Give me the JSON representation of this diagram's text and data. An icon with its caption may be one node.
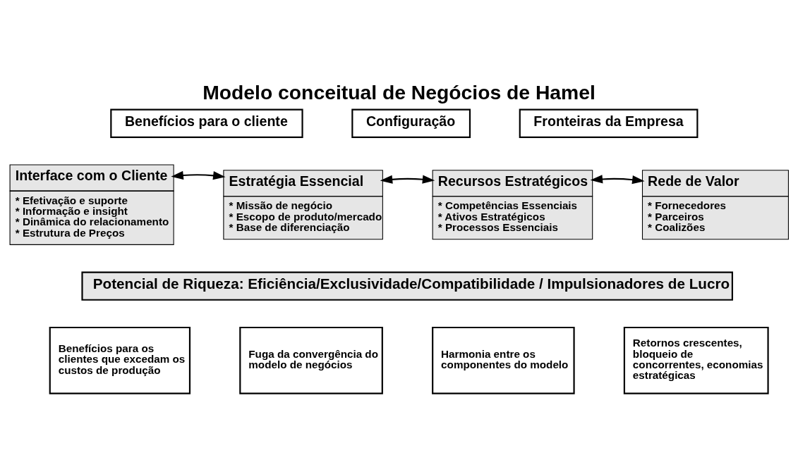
{
  "diagram": {
    "title": "Modelo conceitual de Negócios de Hamel",
    "nodes": [
      {
        "text": [
          "Benefícios para o cliente"
        ]
      },
      {
        "text": [
          "Configuração"
        ]
      },
      {
        "text": [
          "Fronteiras da Empresa"
        ]
      },
      {
        "text": [
          "Interface com o Cliente",
          "* Efetivação e suporte",
          "* Informação e insight",
          "* Dinâmica do relacionamento",
          "* Estrutura de Preços"
        ]
      },
      {
        "text": [
          "Estratégia Essencial",
          "* Missão de negócio",
          "* Escopo de produto/mercado",
          "* Base de diferenciação"
        ]
      },
      {
        "text": [
          "Recursos Estratégicos",
          "* Competências Essenciais",
          "* Ativos Estratégicos",
          "* Processos Essenciais"
        ]
      },
      {
        "text": [
          "Rede de Valor",
          "* Fornecedores",
          "* Parceiros",
          "* Coalizões"
        ]
      },
      {
        "text": [
          "Potencial de Riqueza: Eficiência/Exclusividade/Compatibilidade / Impulsionadores de Lucro"
        ]
      },
      {
        "text": [
          "Benefícios para os clientes que excedam os custos de produção"
        ]
      },
      {
        "text": [
          "Fuga da convergência do modelo de negócios"
        ]
      },
      {
        "text": [
          "Harmonia entre os componentes do modelo"
        ]
      },
      {
        "text": [
          "Retornos crescentes, bloqueio de concorrentes, economias estratégicas"
        ]
      }
    ],
    "edges": [
      {
        "from": 3,
        "to": 4,
        "arrow": "both"
      },
      {
        "from": 4,
        "to": 5,
        "arrow": "both"
      },
      {
        "from": 5,
        "to": 6,
        "arrow": "both"
      }
    ]
  }
}
